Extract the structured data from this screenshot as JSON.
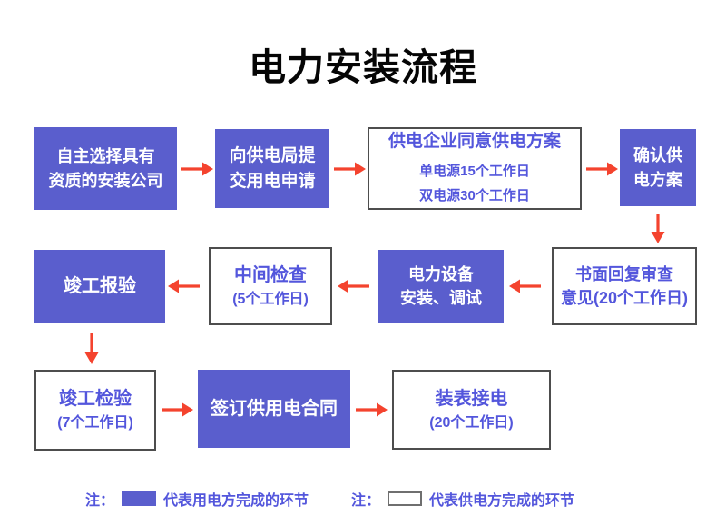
{
  "title": "电力安装流程",
  "colors": {
    "purple_fill": "#5a5ecd",
    "blue_text": "#5356dc",
    "arrow_red": "#f4432e",
    "white_box_border": "#4d4d4d",
    "title_color": "#050505"
  },
  "nodes": {
    "choose_company": {
      "lines": [
        "自主选择具有",
        "资质的安装公司"
      ]
    },
    "submit_application": {
      "lines": [
        "向供电局提",
        "交用电申请"
      ]
    },
    "plan_approval": {
      "title": "供电企业同意供电方案",
      "subs": [
        "单电源15个工作日",
        "双电源30个工作日"
      ]
    },
    "confirm_plan": {
      "lines": [
        "确认供",
        "电方案"
      ]
    },
    "written_reply": {
      "lines": [
        "书面回复审查",
        "意见(20个工作日)"
      ]
    },
    "equipment_install": {
      "lines": [
        "电力设备",
        "安装、调试"
      ]
    },
    "interim_inspection": {
      "title": "中间检查",
      "note": "(5个工作日)"
    },
    "completion_report": {
      "title": "竣工报验"
    },
    "completion_inspection": {
      "title": "竣工检验",
      "note": "(7个工作日)"
    },
    "sign_contract": {
      "title": "签订供用电合同"
    },
    "meter_connection": {
      "title": "装表接电",
      "note": "(20个工作日)"
    }
  },
  "legend": {
    "customer": {
      "note_label": "注：",
      "text": "代表用电方完成的环节",
      "swatch": "purple"
    },
    "supplier": {
      "note_label": "注：",
      "text": "代表供电方完成的环节",
      "swatch": "white"
    }
  }
}
